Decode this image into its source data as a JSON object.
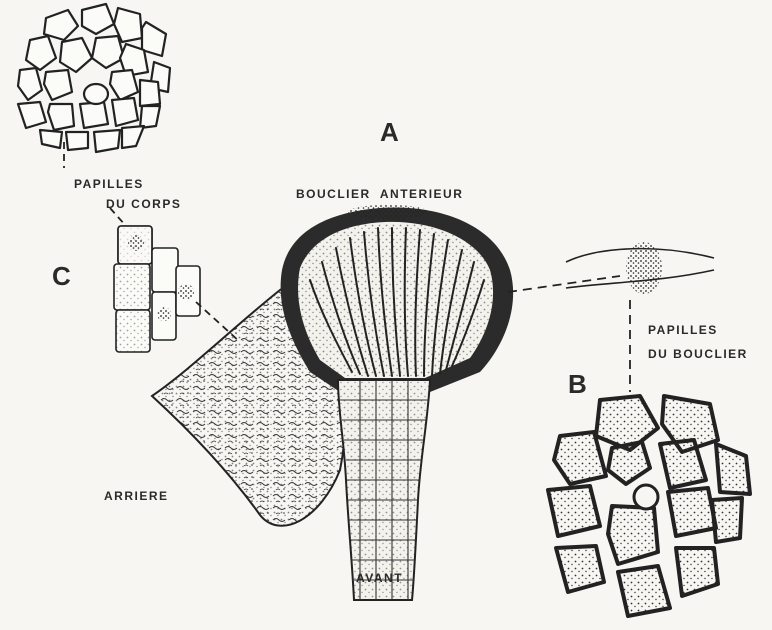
{
  "labels": {
    "letter_a": "A",
    "letter_b": "B",
    "letter_c": "C",
    "bouclier_anterieur": "BOUCLIER  ANTERIEUR",
    "papilles_corps_1": "PAPILLES",
    "papilles_corps_2": "DU CORPS",
    "papilles_bouclier_1": "PAPILLES",
    "papilles_bouclier_2": "DU BOUCLIER",
    "arriere": "ARRIERE",
    "avant": "AVANT"
  },
  "colors": {
    "paper": "#f7f6f2",
    "ink": "#2a2a2a"
  }
}
